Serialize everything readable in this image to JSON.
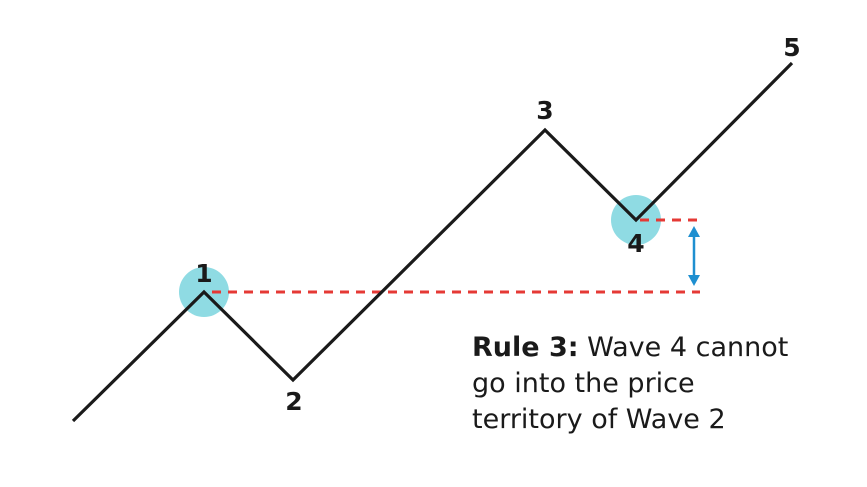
{
  "diagram": {
    "wave_labels": [
      "1",
      "2",
      "3",
      "4",
      "5"
    ],
    "caption": {
      "title": "Rule 3:",
      "line1": "Wave 4 cannot",
      "line2": "go into the price",
      "line3": "territory of Wave 2"
    },
    "colors": {
      "wave_line": "#1a1a1a",
      "highlight_circle": "#8fdbe3",
      "dashed_level": "#e53935",
      "arrow": "#1e8fd0"
    }
  }
}
